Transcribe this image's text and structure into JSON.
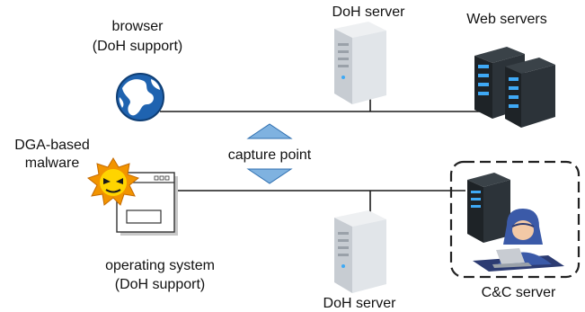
{
  "labels": {
    "browser_line1": "browser",
    "browser_line2": "(DoH support)",
    "doh_server_top": "DoH server",
    "web_servers": "Web servers",
    "malware_line1": "DGA-based",
    "malware_line2": "malware",
    "capture_point": "capture point",
    "os_line1": "operating system",
    "os_line2": "(DoH support)",
    "doh_server_bottom": "DoH server",
    "cc_server": "C&C server"
  },
  "colors": {
    "network_line": "#1a1a1a",
    "capture_arrow": "#7fb2e0",
    "capture_arrow_stroke": "#2f6fb0",
    "globe_blue": "#1f63b0",
    "server_light": "#d9dde2",
    "server_dark": "#1e2327",
    "server_led": "#3fa9f5",
    "malware_orange": "#f29400",
    "malware_yellow": "#ffd400",
    "hacker_hood": "#3b5aa8",
    "cc_box_stroke": "#222222"
  },
  "icons": {
    "browser": "globe-icon",
    "doh_server_top": "server-tower-icon",
    "web_servers": "server-rack-icon",
    "malware": "spiky-malware-icon",
    "os_window": "application-window-icon",
    "doh_server_bottom": "server-tower-icon",
    "cc_server": "hacker-with-server-icon",
    "capture_point": "capture-arrows-icon"
  }
}
